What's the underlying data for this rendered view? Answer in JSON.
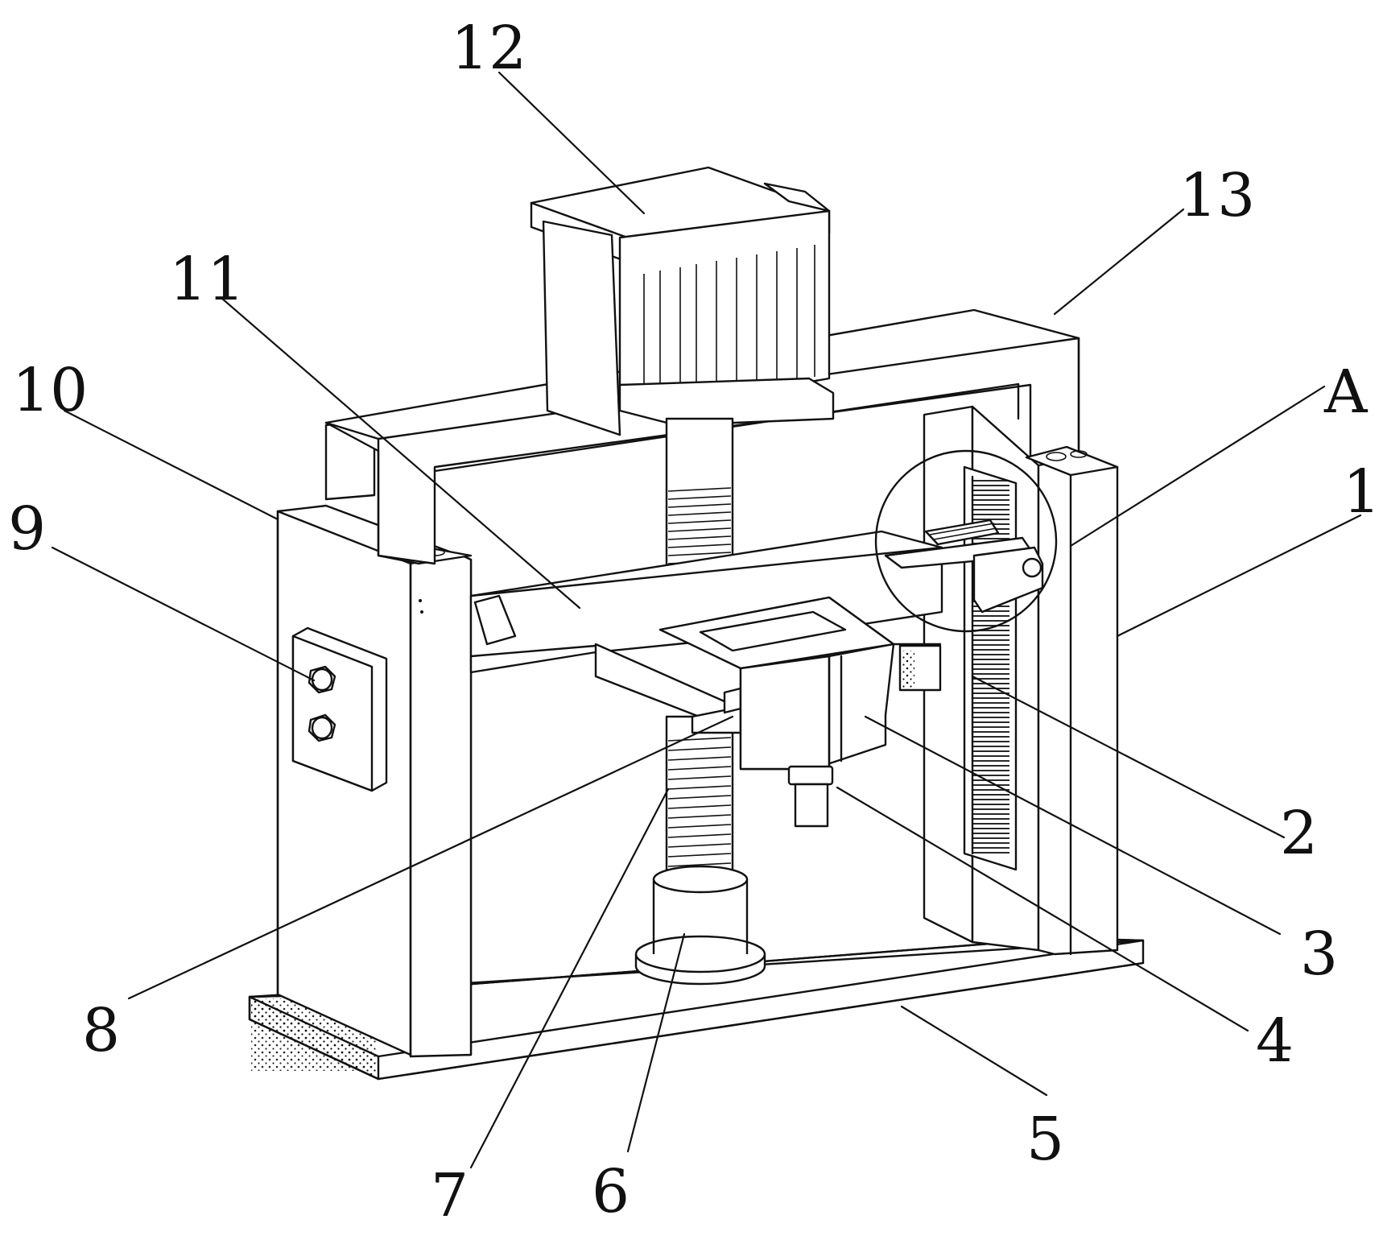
{
  "callouts": [
    {
      "id": "12",
      "text": "12"
    },
    {
      "id": "13",
      "text": "13"
    },
    {
      "id": "11",
      "text": "11"
    },
    {
      "id": "10",
      "text": "10"
    },
    {
      "id": "9",
      "text": "9"
    },
    {
      "id": "A",
      "text": "A"
    },
    {
      "id": "1",
      "text": "1"
    },
    {
      "id": "2",
      "text": "2"
    },
    {
      "id": "3",
      "text": "3"
    },
    {
      "id": "4",
      "text": "4"
    },
    {
      "id": "5",
      "text": "5"
    },
    {
      "id": "6",
      "text": "6"
    },
    {
      "id": "7",
      "text": "7"
    },
    {
      "id": "8",
      "text": "8"
    }
  ]
}
